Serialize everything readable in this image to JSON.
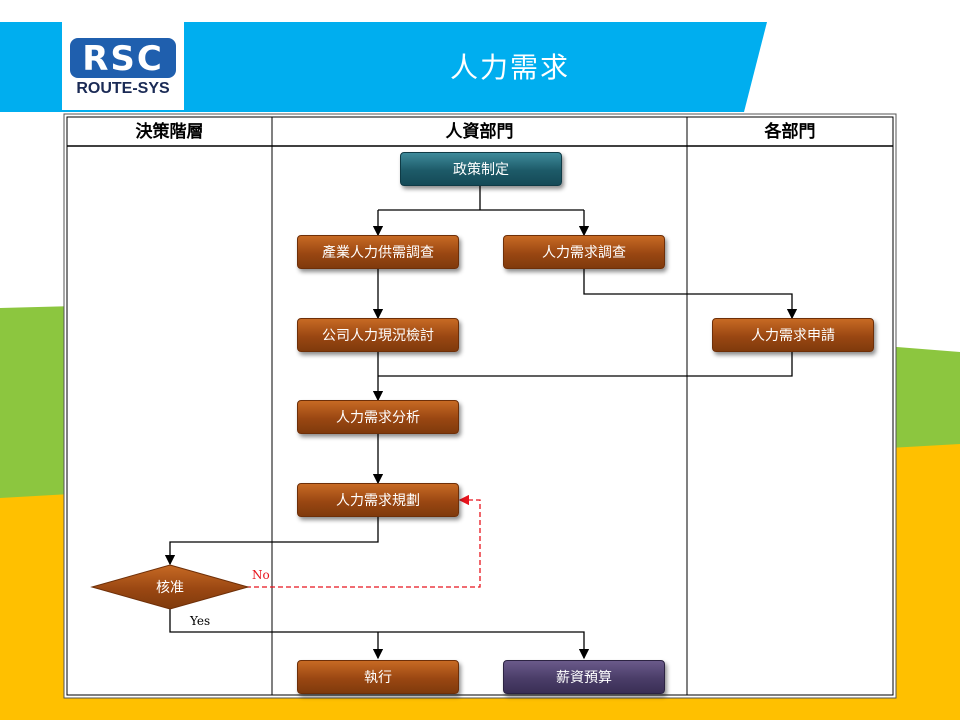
{
  "header": {
    "title": "人力需求",
    "logo_letters": "RSC",
    "logo_text": "ROUTE-SYS"
  },
  "colors": {
    "header_blue": "#00aeef",
    "green": "#8cc63f",
    "yellow": "#ffc000",
    "node_orange": "#9a4712",
    "node_teal": "#1d5a68",
    "node_purple": "#4a3d68",
    "dashed_red": "#e8141d"
  },
  "lanes": {
    "lane1": "決策階層",
    "lane2": "人資部門",
    "lane3": "各部門"
  },
  "nodes": {
    "policy": "政策制定",
    "industry_survey": "產業人力供需調查",
    "demand_survey": "人力需求調查",
    "company_review": "公司人力現況檢討",
    "dept_request": "人力需求申請",
    "analysis": "人力需求分析",
    "planning": "人力需求規劃",
    "approve": "核准",
    "execute": "執行",
    "budget": "薪資預算"
  },
  "edges": {
    "no_label": "No",
    "yes_label": "Yes"
  }
}
